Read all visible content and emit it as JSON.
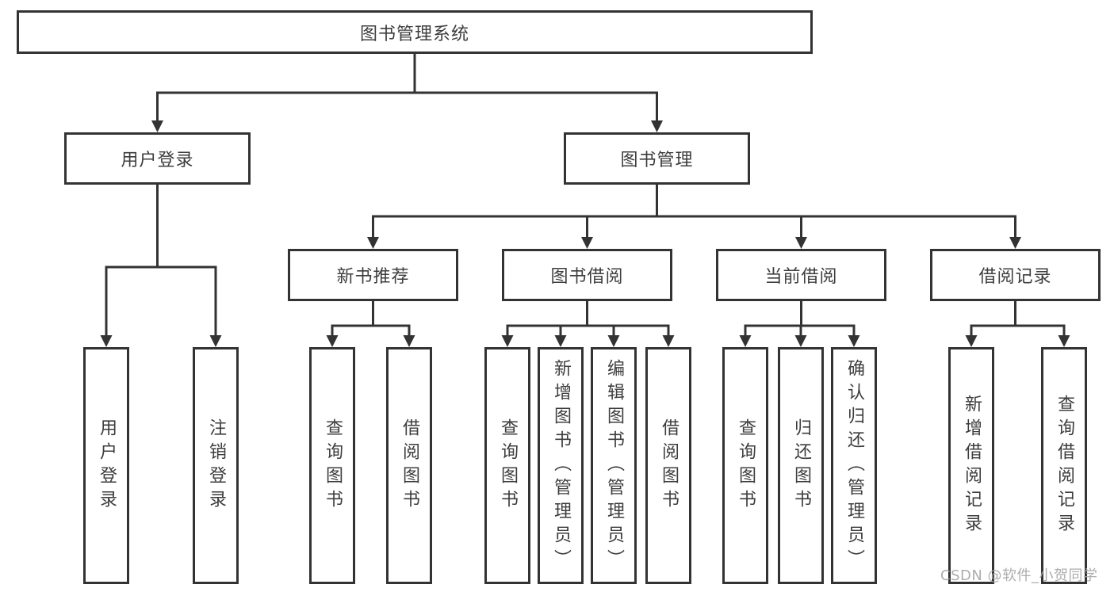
{
  "diagram": {
    "title": "图书管理系统",
    "root": {
      "label": "图书管理系统"
    },
    "level1": [
      {
        "label": "用户登录"
      },
      {
        "label": "图书管理"
      }
    ],
    "level2": [
      {
        "label": "新书推荐"
      },
      {
        "label": "图书借阅"
      },
      {
        "label": "当前借阅"
      },
      {
        "label": "借阅记录"
      }
    ],
    "leaves": [
      {
        "label": "用户登录"
      },
      {
        "label": "注销登录"
      },
      {
        "label": "查询图书"
      },
      {
        "label": "借阅图书"
      },
      {
        "label": "查询图书"
      },
      {
        "label": "新增图书（管理员）"
      },
      {
        "label": "编辑图书（管理员）"
      },
      {
        "label": "借阅图书"
      },
      {
        "label": "查询图书"
      },
      {
        "label": "归还图书"
      },
      {
        "label": "确认归还（管理员）"
      },
      {
        "label": "新增借阅记录"
      },
      {
        "label": "查询借阅记录"
      }
    ],
    "structure": {
      "图书管理系统": [
        "用户登录",
        "图书管理"
      ],
      "用户登录": [
        "用户登录",
        "注销登录"
      ],
      "图书管理": [
        "新书推荐",
        "图书借阅",
        "当前借阅",
        "借阅记录"
      ],
      "新书推荐": [
        "查询图书",
        "借阅图书"
      ],
      "图书借阅": [
        "查询图书",
        "新增图书（管理员）",
        "编辑图书（管理员）",
        "借阅图书"
      ],
      "当前借阅": [
        "查询图书",
        "归还图书",
        "确认归还（管理员）"
      ],
      "借阅记录": [
        "新增借阅记录",
        "查询借阅记录"
      ]
    },
    "colors": {
      "line": "#333333",
      "text": "#3d3d3d",
      "background": "#ffffff",
      "watermark": "#a4a4a4"
    },
    "watermark": "CSDN @软件_小贺同学"
  }
}
